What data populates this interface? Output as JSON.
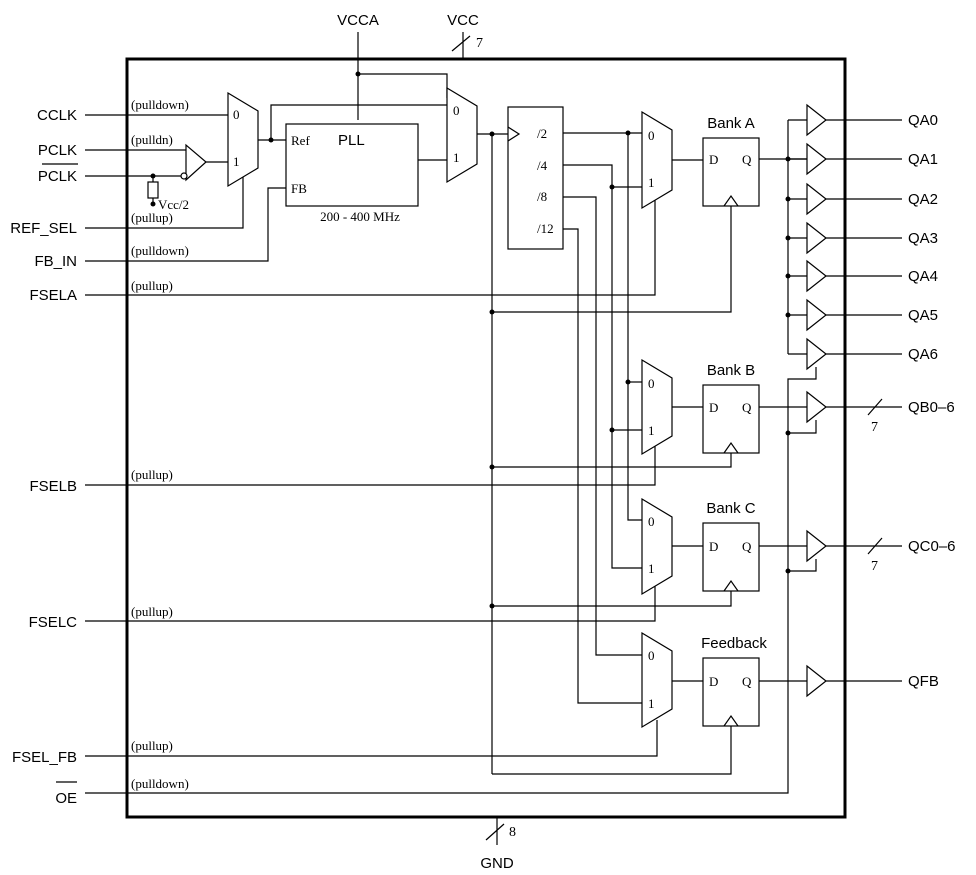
{
  "supply": {
    "vcca": "VCCA",
    "vcc": "VCC",
    "vcc_count": "7",
    "gnd": "GND",
    "gnd_count": "8"
  },
  "inputs": {
    "cclk": "CCLK",
    "pclk": "PCLK",
    "pclk_n": "PCLK",
    "ref_sel": "REF_SEL",
    "fb_in": "FB_IN",
    "fsela": "FSELA",
    "fselb": "FSELB",
    "fselc": "FSELC",
    "fsel_fb": "FSEL_FB",
    "oe": "OE"
  },
  "annotations": {
    "cclk": "(pulldown)",
    "pclk": "(pulldn)",
    "vcc_half": "Vcc/2",
    "ref_sel": "(pullup)",
    "fb_in": "(pulldown)",
    "fsela": "(pullup)",
    "fselb": "(pullup)",
    "fselc": "(pullup)",
    "fsel_fb": "(pullup)",
    "oe": "(pulldown)"
  },
  "pll": {
    "title": "PLL",
    "ref": "Ref",
    "fb": "FB",
    "range": "200 - 400 MHz"
  },
  "mux": {
    "in0": "0",
    "in1": "1"
  },
  "divider": [
    "/2",
    "/4",
    "/8",
    "/12"
  ],
  "flipflop": {
    "d": "D",
    "q": "Q"
  },
  "banks": {
    "a": "Bank A",
    "b": "Bank B",
    "c": "Bank C",
    "fb": "Feedback"
  },
  "outputs": {
    "qa": [
      "QA0",
      "QA1",
      "QA2",
      "QA3",
      "QA4",
      "QA5",
      "QA6"
    ],
    "qb": "QB0–6",
    "qb_count": "7",
    "qc": "QC0–6",
    "qc_count": "7",
    "qfb": "QFB"
  }
}
